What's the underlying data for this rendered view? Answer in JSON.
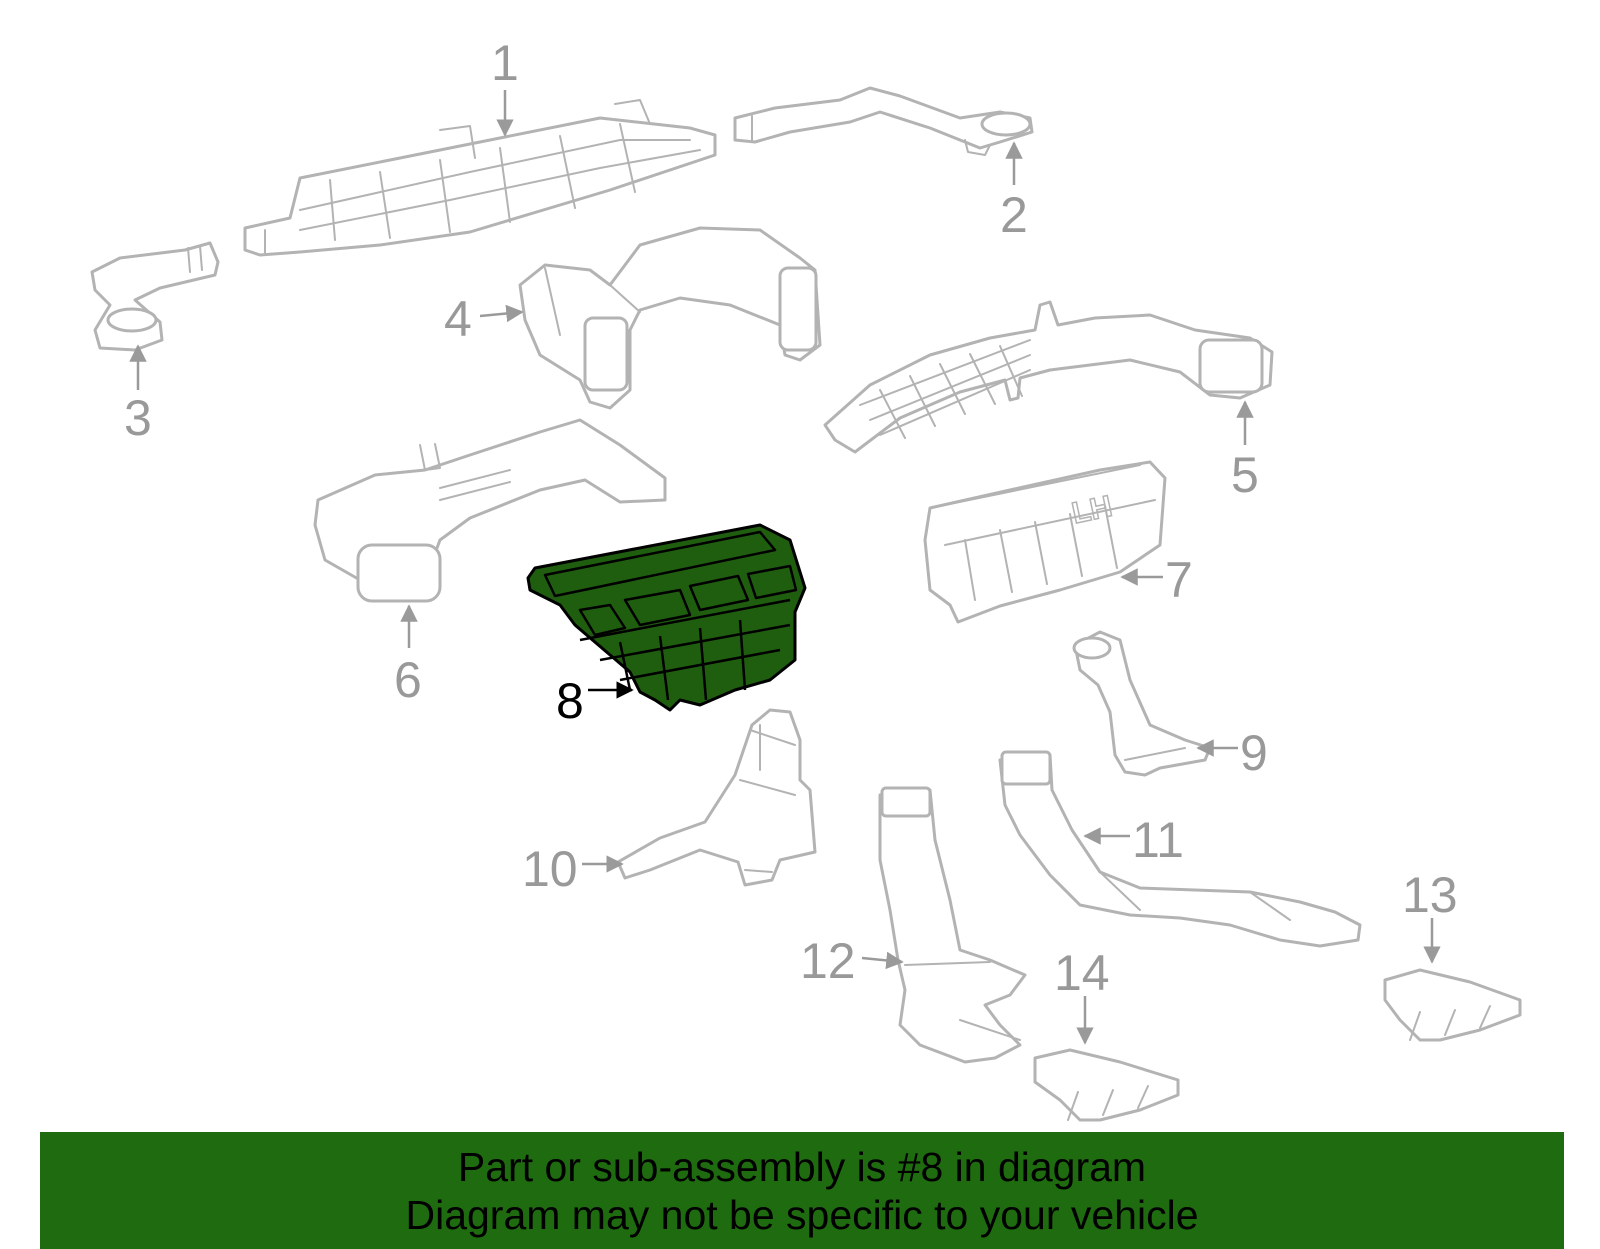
{
  "diagram": {
    "highlighted_part": "8",
    "callouts": [
      {
        "label": "1"
      },
      {
        "label": "2"
      },
      {
        "label": "3"
      },
      {
        "label": "4"
      },
      {
        "label": "5"
      },
      {
        "label": "6"
      },
      {
        "label": "7"
      },
      {
        "label": "8"
      },
      {
        "label": "9"
      },
      {
        "label": "10"
      },
      {
        "label": "11"
      },
      {
        "label": "12"
      },
      {
        "label": "13"
      },
      {
        "label": "14"
      }
    ],
    "part7_marking": "LH"
  },
  "colors": {
    "highlight": "#1f5e0f",
    "banner": "#1f6b0f",
    "part_outline": "#b3b3b3",
    "callout_text": "#999999"
  },
  "banner": {
    "line1": "Part or sub-assembly is #8 in diagram",
    "line2": "Diagram may not be specific to your vehicle"
  }
}
